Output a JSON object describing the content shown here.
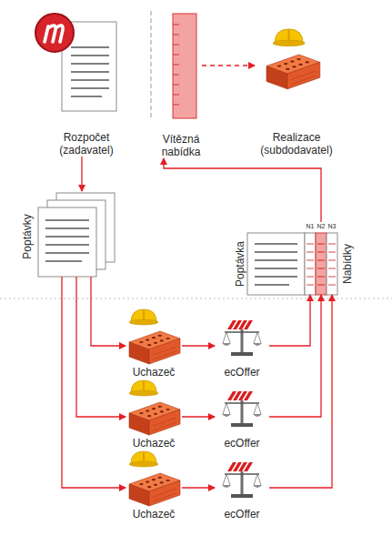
{
  "diagram": {
    "nodes": [
      {
        "text": [
          "Rozpočet (zadavatel)"
        ]
      },
      {
        "text": [
          "Vítězná nabídka"
        ]
      },
      {
        "text": [
          "Realizace (subdodavatel)"
        ]
      },
      {
        "text": [
          "Poptávky"
        ]
      },
      {
        "text": [
          "Poptávka",
          "Nabídky"
        ]
      },
      {
        "text": [
          "N1"
        ],
        "in": 4
      },
      {
        "text": [
          "N2"
        ],
        "in": 4
      },
      {
        "text": [
          "N3"
        ],
        "in": 4
      },
      {
        "text": [
          "Uchazeč"
        ]
      },
      {
        "text": [
          "ecOffer"
        ]
      },
      {
        "text": [
          "Uchazeč"
        ]
      },
      {
        "text": [
          "ecOffer"
        ]
      },
      {
        "text": [
          "Uchazeč"
        ]
      },
      {
        "text": [
          "ecOffer"
        ]
      }
    ],
    "edges": [
      {
        "from": 0,
        "to": 3,
        "arrow": "to"
      },
      {
        "from": 1,
        "to": 2,
        "arrow": "to"
      },
      {
        "from": 3,
        "to": 8,
        "arrow": "to"
      },
      {
        "from": 3,
        "to": 10,
        "arrow": "to"
      },
      {
        "from": 3,
        "to": 12,
        "arrow": "to"
      },
      {
        "from": 8,
        "to": 9,
        "arrow": "to"
      },
      {
        "from": 10,
        "to": 11,
        "arrow": "to"
      },
      {
        "from": 12,
        "to": 13,
        "arrow": "to"
      },
      {
        "from": 9,
        "to": 5,
        "arrow": "to"
      },
      {
        "from": 11,
        "to": 6,
        "arrow": "to"
      },
      {
        "from": 13,
        "to": 7,
        "arrow": "to"
      },
      {
        "from": 6,
        "to": 1,
        "arrow": "to"
      }
    ]
  }
}
